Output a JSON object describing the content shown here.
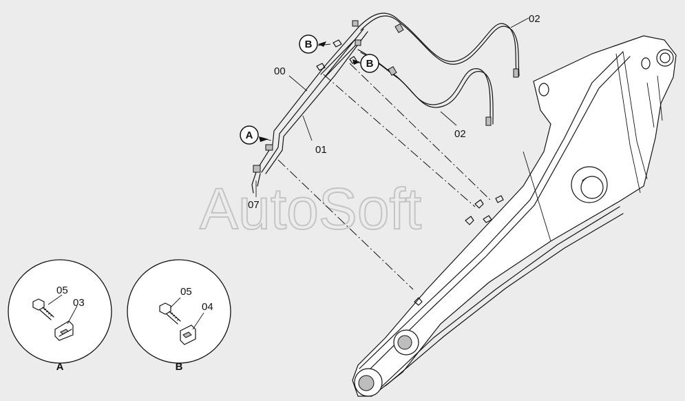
{
  "watermark": "AutoSoft",
  "part_labels": {
    "p00": "00",
    "p01": "01",
    "p02_upper": "02",
    "p02_lower": "02",
    "p07": "07",
    "p05_a": "05",
    "p03": "03",
    "p05_b": "05",
    "p04": "04"
  },
  "callouts": {
    "a": "A",
    "b_left": "B",
    "b_right": "B"
  },
  "detail_views": {
    "a_label": "A",
    "b_label": "B"
  }
}
